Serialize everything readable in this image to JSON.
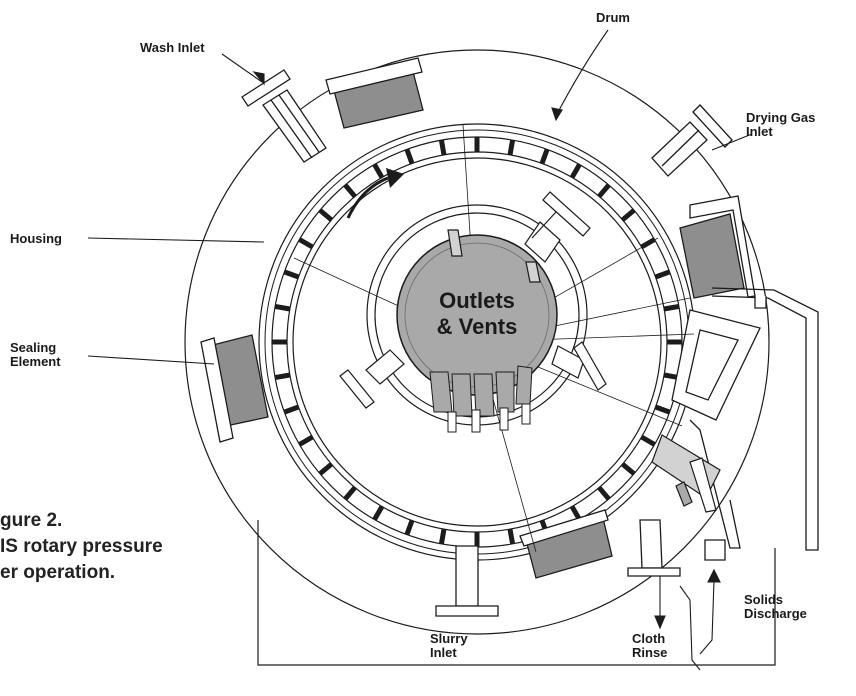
{
  "labels": {
    "drum": "Drum",
    "wash_inlet": "Wash Inlet",
    "drying_gas": [
      "Drying Gas",
      "Inlet"
    ],
    "housing": "Housing",
    "sealing_element": [
      "Sealing",
      "Element"
    ],
    "center": [
      "Outlets",
      "& Vents"
    ],
    "slurry_inlet": [
      "Slurry",
      "Inlet"
    ],
    "cloth_rinse": [
      "Cloth",
      "Rinse"
    ],
    "solids_discharge": [
      "Solids",
      "Discharge"
    ]
  },
  "caption": {
    "line1": "gure 2.",
    "line2": "IS rotary pressure",
    "line3": "er operation."
  },
  "colors": {
    "line": "#1c1c1c",
    "fill_dark": "#8e8e8e",
    "fill_mid": "#a9a9a9",
    "fill_light": "#d2d2d2",
    "background": "#ffffff"
  }
}
